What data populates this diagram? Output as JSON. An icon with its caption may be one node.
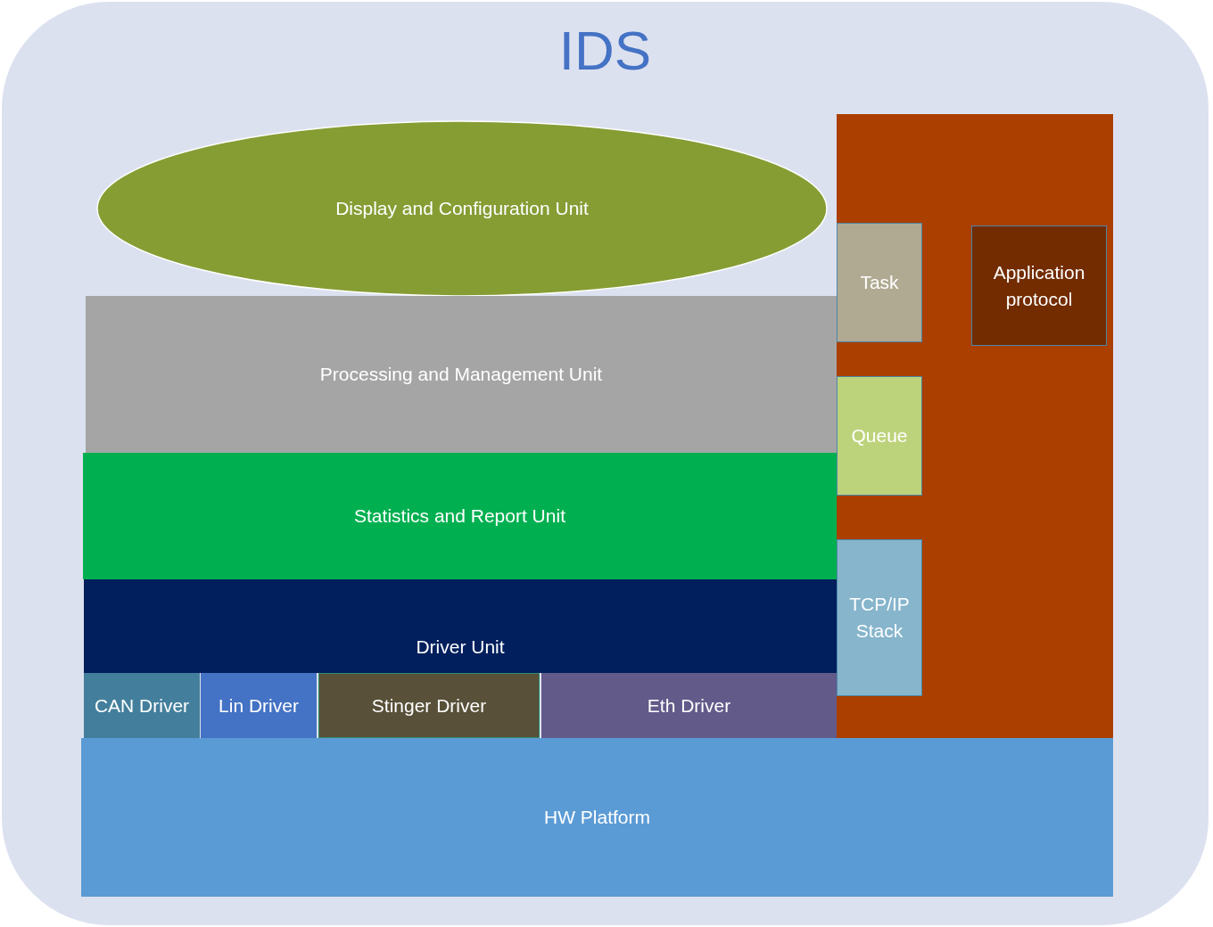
{
  "diagram": {
    "nodes": [
      {
        "text": [
          "IDS"
        ]
      },
      {
        "text": [
          "Display and Configuration Unit"
        ],
        "in": 0
      },
      {
        "text": [],
        "shape": "box",
        "in": 0
      },
      {
        "text": [
          "Task"
        ],
        "in": 2
      },
      {
        "text": [
          "Application protocol"
        ],
        "in": 2
      },
      {
        "text": [
          "Processing and Management Unit"
        ],
        "in": 0
      },
      {
        "text": [
          "Queue"
        ],
        "in": 2
      },
      {
        "text": [
          "Statistics and Report Unit"
        ],
        "in": 0
      },
      {
        "text": [
          "TCP/IP Stack"
        ],
        "in": 2
      },
      {
        "text": [
          "Driver Unit"
        ],
        "in": 0
      },
      {
        "text": [
          "CAN Driver"
        ],
        "in": 0
      },
      {
        "text": [
          "Lin Driver"
        ],
        "in": 0
      },
      {
        "text": [
          "Stinger Driver"
        ],
        "in": 0
      },
      {
        "text": [
          "Eth Driver"
        ],
        "in": 0
      },
      {
        "text": [
          "HW Platform"
        ],
        "in": 0
      }
    ],
    "edges": []
  }
}
